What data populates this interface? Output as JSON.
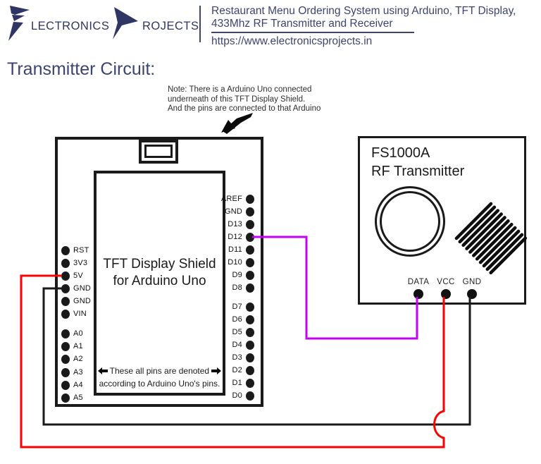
{
  "header": {
    "brand": {
      "word1_rest": "LECTRONICS",
      "word2_rest": "ROJECTS",
      "logo_color": "#2f3663"
    },
    "title_line1": "Restaurant Menu Ordering System using Arduino, TFT Display,",
    "title_line2": "433Mhz RF Transmitter and Receiver",
    "url": "https://www.electronicsprojects.in",
    "accent_color": "#3d4470"
  },
  "page": {
    "heading": "Transmitter Circuit:"
  },
  "note": {
    "line1": "Note: There is a Arduino Uno connected",
    "line2": "underneath of this TFT Display Shield.",
    "line3": "And the pins are connected to that Arduino",
    "arrow_icon": "↙"
  },
  "board": {
    "title_line1": "TFT Display Shield",
    "title_line2": "for Arduino Uno",
    "footnote_line1": "These all pins are denoted",
    "footnote_line2": "according to Arduino Uno's pins.",
    "footnote_icons": {
      "left_arrow": "⬅",
      "right_arrow": "➡"
    },
    "left_pins": [
      "RST",
      "3V3",
      "5V",
      "GND",
      "GND",
      "VIN",
      "A0",
      "A1",
      "A2",
      "A3",
      "A4",
      "A5"
    ],
    "right_pins": [
      "AREF",
      "GND",
      "D13",
      "D12",
      "D11",
      "D10",
      "D9",
      "D8",
      "D7",
      "D6",
      "D5",
      "D4",
      "D3",
      "D2",
      "D1",
      "D0"
    ]
  },
  "transmitter": {
    "name": "FS1000A",
    "type": "RF Transmitter",
    "pins": [
      "DATA",
      "VCC",
      "GND"
    ]
  },
  "wires": {
    "connections": [
      {
        "from": "D12",
        "to": "DATA",
        "color": "#c400f5"
      },
      {
        "from": "5V",
        "to": "VCC",
        "color": "#ff0000"
      },
      {
        "from": "GND",
        "to": "GND",
        "color": "#1a1a1a"
      }
    ]
  },
  "colors": {
    "navy_logo": "#2f3663",
    "navy_text": "#3d4470",
    "line_black": "#1a1a1a",
    "wire_red": "#ff0000",
    "wire_purple": "#c400f5"
  }
}
